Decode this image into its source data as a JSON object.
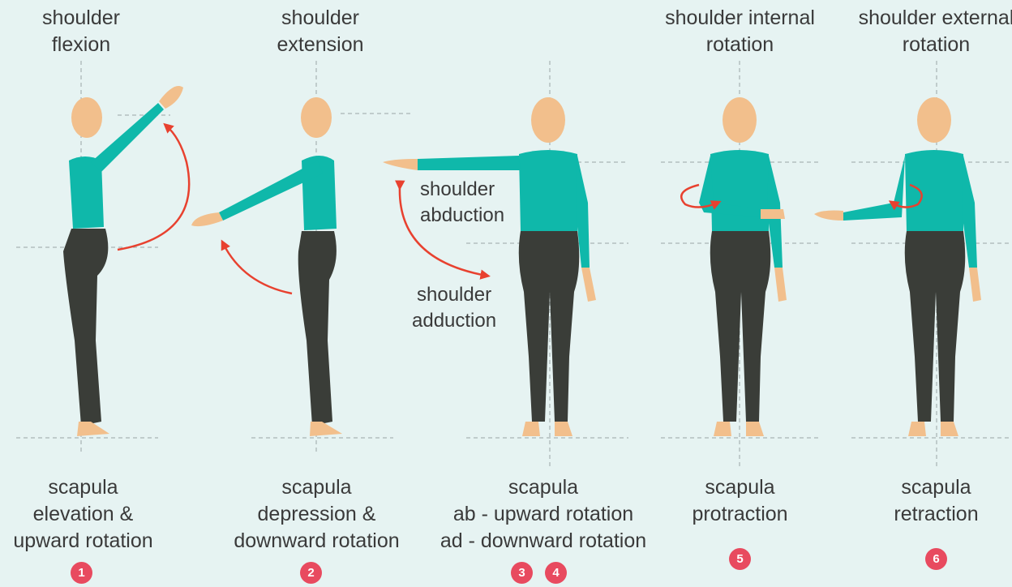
{
  "colors": {
    "background": "#e6f3f2",
    "shirt": "#0fb8aa",
    "pants": "#3a3d38",
    "skin": "#f2bf8c",
    "arrow": "#e8412f",
    "badge": "#e84a5f",
    "guide": "#9aa5a5"
  },
  "figures": [
    {
      "top": [
        "shoulder",
        "flexion"
      ],
      "bottom": [
        "scapula",
        "elevation &",
        "upward rotation"
      ],
      "numbers": [
        "1"
      ]
    },
    {
      "top": [
        "shoulder",
        "extension"
      ],
      "bottom": [
        "scapula",
        "depression &",
        "downward rotation"
      ],
      "numbers": [
        "2"
      ]
    },
    {
      "top": [],
      "middle_upper": [
        "shoulder",
        "abduction"
      ],
      "middle_lower": [
        "shoulder",
        "adduction"
      ],
      "bottom": [
        "scapula",
        "ab - upward rotation",
        "ad - downward rotation"
      ],
      "numbers": [
        "3",
        "4"
      ]
    },
    {
      "top": [
        "shoulder internal",
        "rotation"
      ],
      "bottom": [
        "scapula",
        "protraction"
      ],
      "numbers": [
        "5"
      ]
    },
    {
      "top": [
        "shoulder external",
        "rotation"
      ],
      "bottom": [
        "scapula",
        "retraction"
      ],
      "numbers": [
        "6"
      ]
    }
  ]
}
